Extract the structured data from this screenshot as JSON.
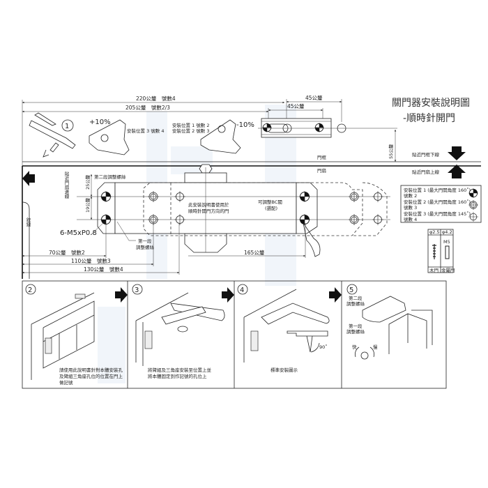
{
  "title": {
    "line1": "關門器安裝說明圖",
    "line2": "-順時針開門"
  },
  "top_dims": {
    "d220": "220公釐　號數4",
    "d205": "205公釐　號數2/3",
    "d45_upper": "45公釐",
    "d45_lower": "45公釐",
    "d55": "55公釐"
  },
  "step1": {
    "number": "1",
    "plus": "+10%",
    "minus": "-10%",
    "pos3": "安裝位置 3 號數 4",
    "pos1": "安裝位置 1 號數 2",
    "pos2": "安裝位置 2 號數 3"
  },
  "frame": {
    "frame_label": "門框",
    "door_label": "門扇",
    "frame_lower": "貼近門框下線",
    "door_upper": "貼近門扇上線",
    "door_edge": "貼近門扇邊線",
    "hinge": "鉸鏈"
  },
  "body": {
    "d25": "25公釐",
    "d19": "19公釐",
    "second_screw": "第二段調整螺絲",
    "first_screw_1": "第一段",
    "first_screw_2": "調整螺絲",
    "thread": "6-M5xP0.8",
    "note_1": "此安裝說明書使用於",
    "note_2": "順時針開門方向的門",
    "bc_1": "可調整BC閥",
    "bc_2": "(選配)",
    "d70": "70公釐　號數2",
    "d110": "110公釐　號數3",
    "d130": "130公釐　號數4",
    "d165": "165公釐"
  },
  "legend": [
    {
      "text": "安裝位置 1 (最大門開角度 160˚)",
      "sub": "號數 2",
      "icon": "quadrant"
    },
    {
      "text": "安裝位置 2 (最大門開角度 160˚)",
      "sub": "號數 3",
      "icon": "double-cross"
    },
    {
      "text": "安裝位置 3 (最大門開角度 145˚)",
      "sub": "號數 4",
      "icon": "cross"
    }
  ],
  "screws": {
    "d1": "φ2.5",
    "d2": "φ4.2",
    "m5": "M5",
    "wood": "木門",
    "metal": "金屬門"
  },
  "steps": [
    {
      "number": "2",
      "text": [
        "請使用此說明書針對本體安裝孔",
        "及臂組三角座孔位的位置在門上",
        "做記號"
      ]
    },
    {
      "number": "3",
      "text": [
        "將臂組及三角座安裝至位置上並",
        "將本體固定到作記號的孔位上"
      ]
    },
    {
      "number": "4",
      "text": [
        "標準安裝圖示"
      ],
      "angle": "90˚"
    },
    {
      "number": "5",
      "second_1": "第二段",
      "second_2": "調整螺絲",
      "first_1": "第一段",
      "first_2": "調整螺絲",
      "fast": "快",
      "slow": "慢"
    }
  ]
}
